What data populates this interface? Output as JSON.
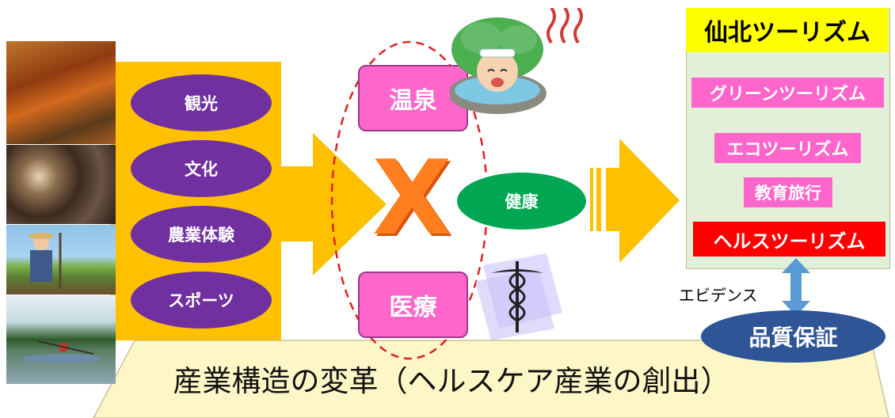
{
  "activities": [
    "観光",
    "文化",
    "農業体験",
    "スポーツ"
  ],
  "factors": {
    "onsen": "温泉",
    "iryo": "医療",
    "cross": "X",
    "health": "健康"
  },
  "tourism": {
    "title": "仙北ツーリズム",
    "items": [
      "グリーンツーリズム",
      "エコツーリズム",
      "教育旅行"
    ],
    "health_tourism": "ヘルスツーリズム"
  },
  "evidence_label": "エビデンス",
  "quality_label": "品質保証",
  "banner": "産業構造の変革（ヘルスケア産業の創出）",
  "colors": {
    "arrow": "#ffc000",
    "purple": "#7030a0",
    "pink": "#ff66cc",
    "green": "#00a651",
    "navy": "#2f5597",
    "red": "#ff0000",
    "yellow": "#ffff00",
    "panel": "#e2efd9",
    "banner": "#fdf6c6"
  },
  "icons": [
    "autumn-forest-photo",
    "performance-photo",
    "farmer-photo",
    "kayak-photo",
    "onsen-bather-icon",
    "caduceus-icon"
  ]
}
